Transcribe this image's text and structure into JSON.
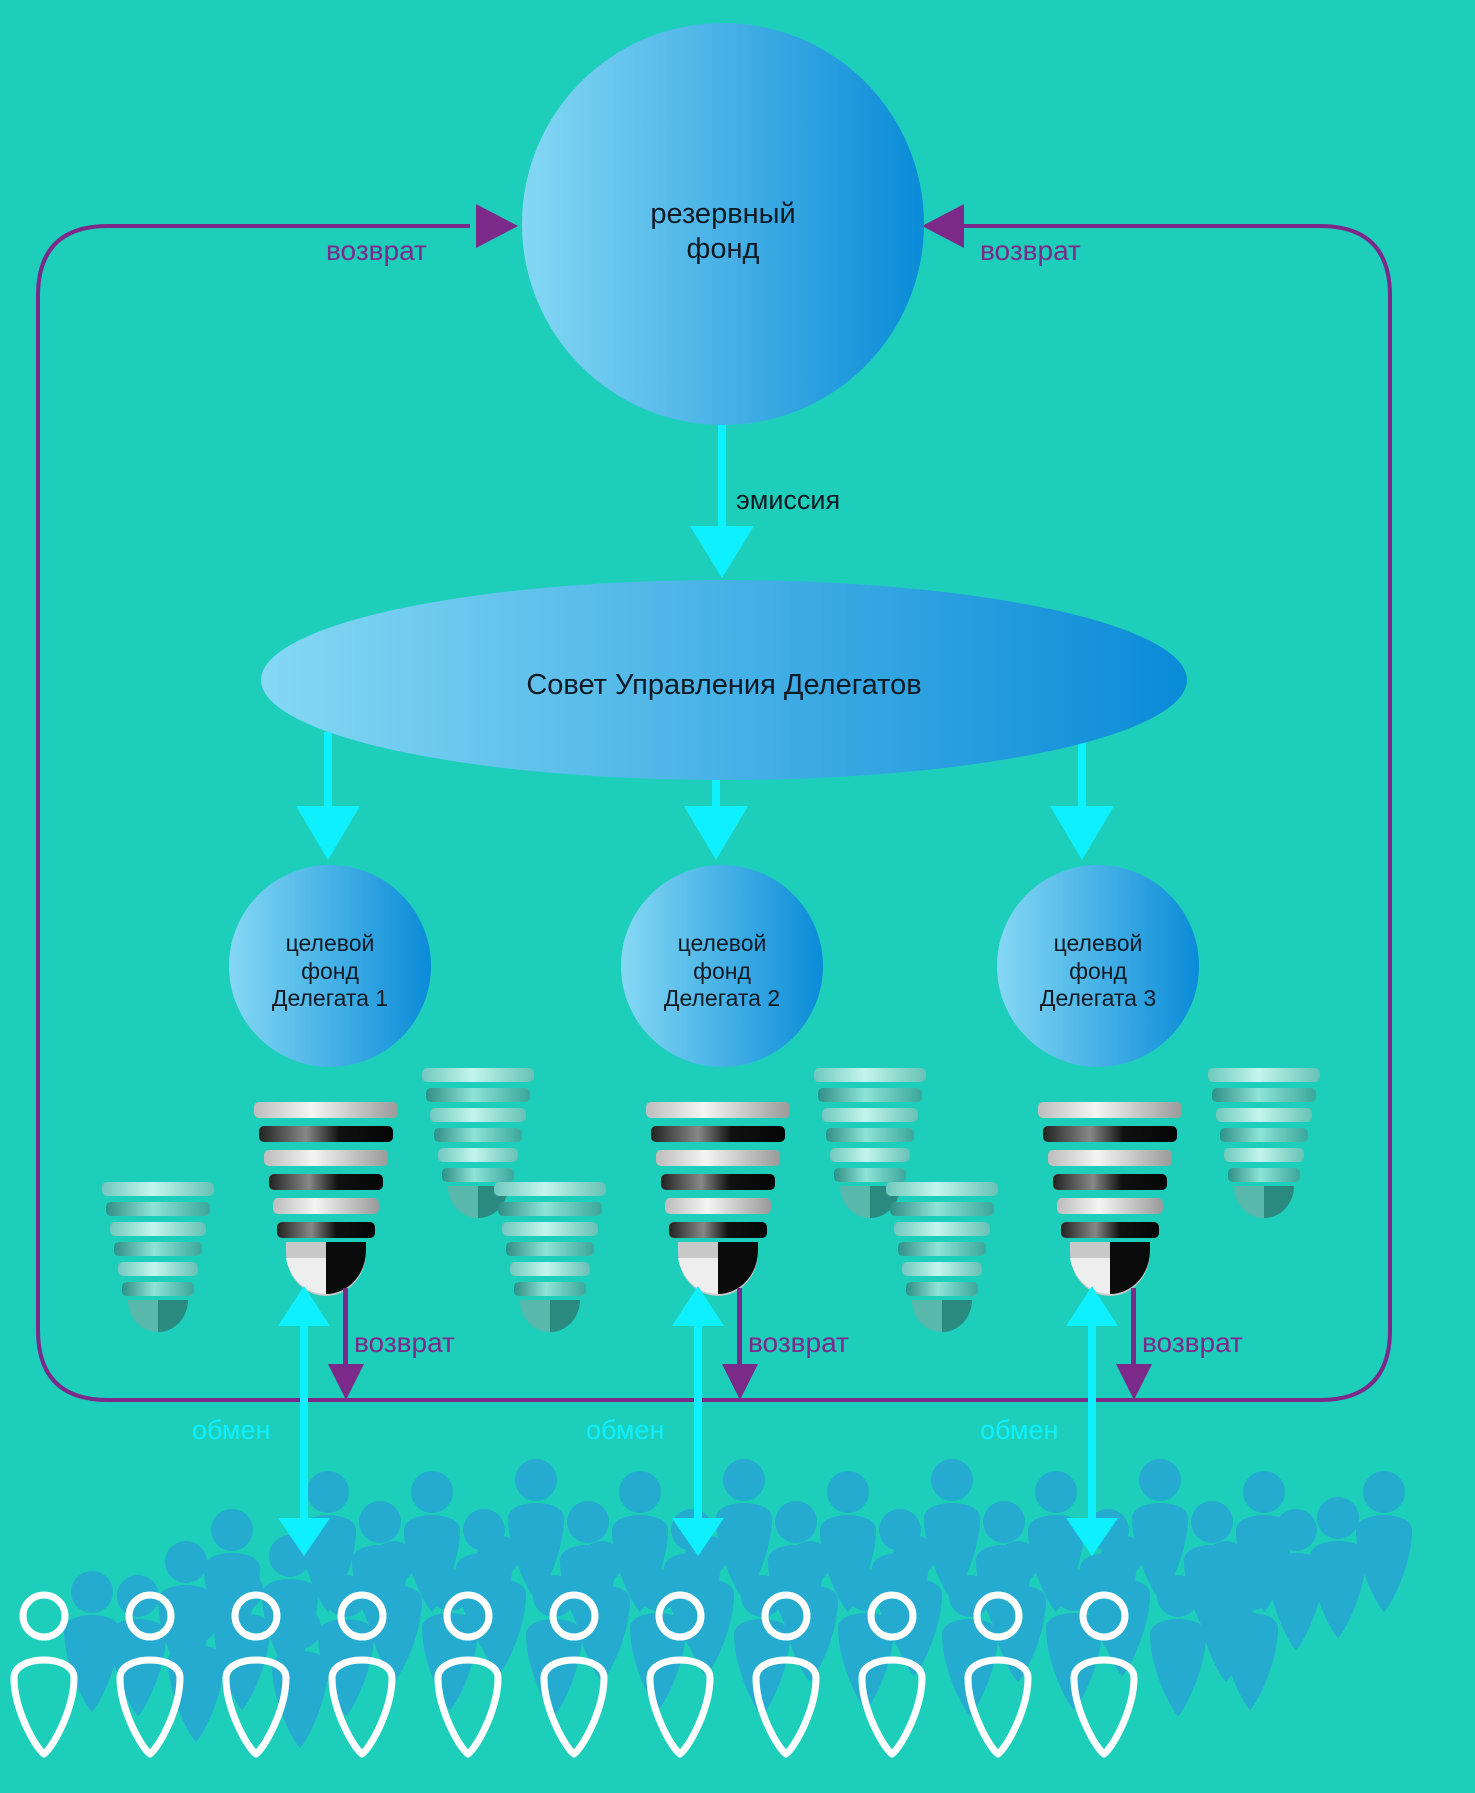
{
  "nodes": {
    "reserve_fund": {
      "line1": "резервный",
      "line2": "фонд"
    },
    "council": {
      "label": "Совет Управления Делегатов"
    },
    "delegate_funds": [
      {
        "line1": "целевой",
        "line2": "фонд",
        "line3": "Делегата 1"
      },
      {
        "line1": "целевой",
        "line2": "фонд",
        "line3": "Делегата 2"
      },
      {
        "line1": "целевой",
        "line2": "фонд",
        "line3": "Делегата 3"
      }
    ]
  },
  "edges": {
    "emission": "эмиссия",
    "return_left": "возврат",
    "return_right": "возврат",
    "return_delegate": [
      "возврат",
      "возврат",
      "возврат"
    ],
    "exchange": [
      "обмен",
      "обмен",
      "обмен"
    ]
  },
  "colors": {
    "background": "#1dcfbb",
    "return_arrow": "#7c2a8a",
    "emission_arrow": "#0ff0ff",
    "node_gradient_start": "#85d8f4",
    "node_gradient_end": "#0a8bd8",
    "crowd": "#2a8fe0",
    "person_outline": "#ffffff"
  },
  "icons": {
    "tokens_active": "black-white-spiral-token-icon",
    "tokens_inactive": "teal-spiral-token-icon",
    "people": "person-icon",
    "crowd": "crowd-silhouette"
  }
}
